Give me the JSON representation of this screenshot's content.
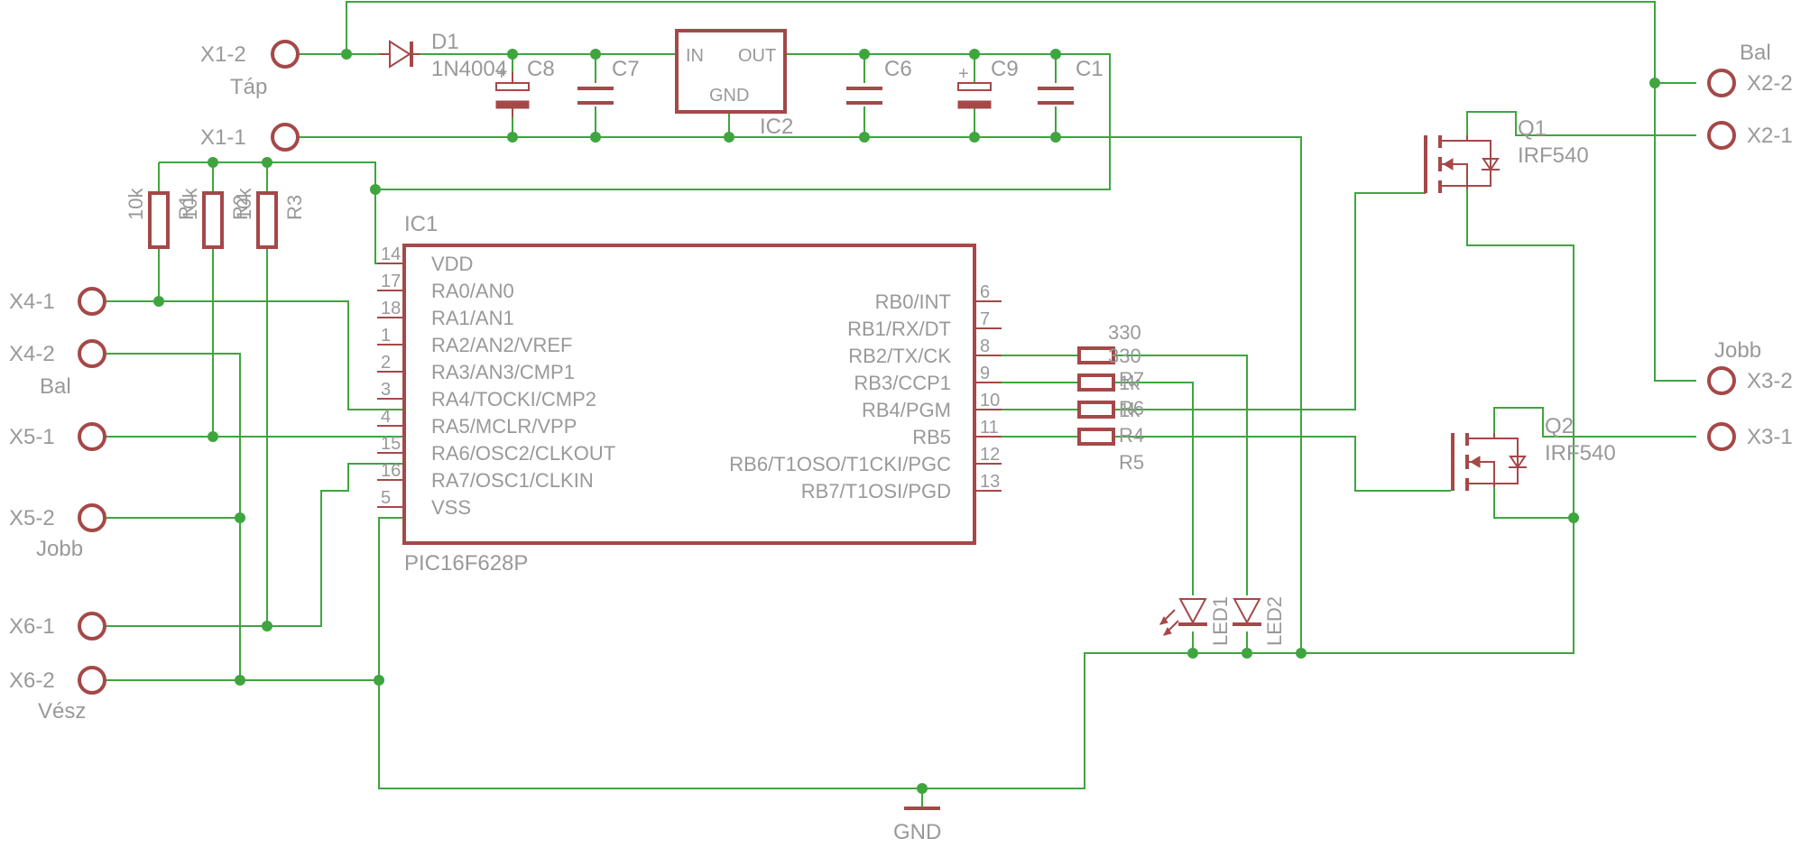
{
  "connectors": [
    {
      "id": "X1-2",
      "sub": "Táp"
    },
    {
      "id": "X1-1",
      "sub": ""
    },
    {
      "id": "X4-1",
      "sub": ""
    },
    {
      "id": "X4-2",
      "sub": "Bal"
    },
    {
      "id": "X5-1",
      "sub": ""
    },
    {
      "id": "X5-2",
      "sub": "Jobb"
    },
    {
      "id": "X6-1",
      "sub": ""
    },
    {
      "id": "X6-2",
      "sub": "Vész"
    },
    {
      "id": "X2-2",
      "sub": "Bal"
    },
    {
      "id": "X2-1",
      "sub": ""
    },
    {
      "id": "X3-2",
      "sub": "Jobb"
    },
    {
      "id": "X3-1",
      "sub": ""
    }
  ],
  "parts": {
    "d1": {
      "name": "D1",
      "value": "1N4004"
    },
    "c8": {
      "name": "C8"
    },
    "c7": {
      "name": "C7"
    },
    "c6": {
      "name": "C6"
    },
    "c9": {
      "name": "C9"
    },
    "c1": {
      "name": "C1"
    },
    "ic2": {
      "name": "IC2",
      "pin_in": "IN",
      "pin_out": "OUT",
      "pin_gnd": "GND"
    },
    "q1": {
      "name": "Q1",
      "value": "IRF540"
    },
    "q2": {
      "name": "Q2",
      "value": "IRF540"
    },
    "r1": {
      "name": "R1",
      "value": "10k"
    },
    "r2": {
      "name": "R2",
      "value": "10k"
    },
    "r3": {
      "name": "R3",
      "value": "10k"
    },
    "r4": {
      "name": "R4",
      "value": "330"
    },
    "r5": {
      "name": "R5",
      "value": "330"
    },
    "r6": {
      "name": "R6",
      "value": "1k"
    },
    "r7": {
      "name": "R7",
      "value": "1k"
    },
    "led1": {
      "name": "LED1"
    },
    "led2": {
      "name": "LED2"
    },
    "gnd": {
      "name": "GND"
    }
  },
  "ic1": {
    "name": "IC1",
    "value": "PIC16F628P",
    "left_pins": [
      {
        "num": "14",
        "label": "VDD"
      },
      {
        "num": "17",
        "label": "RA0/AN0"
      },
      {
        "num": "18",
        "label": "RA1/AN1"
      },
      {
        "num": "1",
        "label": "RA2/AN2/VREF"
      },
      {
        "num": "2",
        "label": "RA3/AN3/CMP1"
      },
      {
        "num": "3",
        "label": "RA4/TOCKI/CMP2"
      },
      {
        "num": "4",
        "label": "RA5/MCLR/VPP"
      },
      {
        "num": "15",
        "label": "RA6/OSC2/CLKOUT"
      },
      {
        "num": "16",
        "label": "RA7/OSC1/CLKIN"
      },
      {
        "num": "5",
        "label": "VSS"
      }
    ],
    "right_pins": [
      {
        "num": "6",
        "label": "RB0/INT"
      },
      {
        "num": "7",
        "label": "RB1/RX/DT"
      },
      {
        "num": "8",
        "label": "RB2/TX/CK"
      },
      {
        "num": "9",
        "label": "RB3/CCP1"
      },
      {
        "num": "10",
        "label": "RB4/PGM"
      },
      {
        "num": "11",
        "label": "RB5"
      },
      {
        "num": "12",
        "label": "RB6/T1OSO/T1CKI/PGC"
      },
      {
        "num": "13",
        "label": "RB7/T1OSI/PGD"
      }
    ]
  },
  "colors": {
    "wire": "#3fa53f",
    "part": "#a54848",
    "text": "#999999"
  }
}
